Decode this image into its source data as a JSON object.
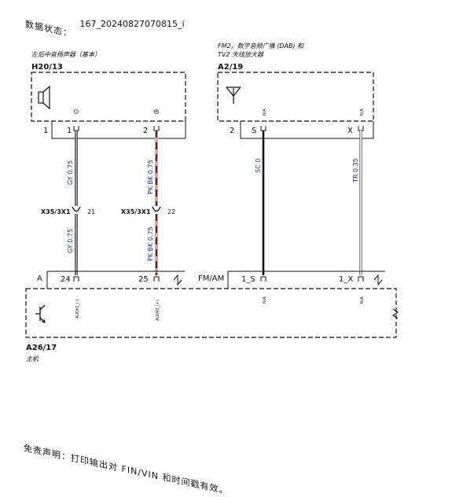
{
  "header": {
    "status_label": "数据状态：",
    "status_value": "167_20240827070815_i"
  },
  "components": {
    "speaker": {
      "id": "H20/13",
      "description": "左后中音扬声器（基本）",
      "icon": "speaker-icon",
      "pins": [
        {
          "number": "1",
          "sign": "-"
        },
        {
          "number": "2",
          "sign": "+"
        }
      ],
      "connector": "1"
    },
    "amplifier": {
      "id": "A2/19",
      "description_line1": "FM2，数字音频广播 (DAB) 和",
      "description_line2": "TV2 天线放大器",
      "icon": "antenna-icon",
      "pins": [
        {
          "number": "S",
          "label": "N/A"
        },
        {
          "number": "X",
          "label": "N/A"
        }
      ],
      "connector": "2"
    },
    "head_unit": {
      "id": "A26/17",
      "description": "主机",
      "icon": "transistor-icon",
      "connector_a": "A",
      "connector_fm": "FM/AM",
      "pins": [
        {
          "number": "24",
          "label": "AUDIO_(-)"
        },
        {
          "number": "25",
          "label": "AUDIO_(+)"
        },
        {
          "number": "1_S",
          "label": "N/A"
        },
        {
          "number": "1_X",
          "label": "N/A"
        }
      ]
    }
  },
  "wires": [
    {
      "spec_top": "GY  0.75",
      "spec_bottom": "GY  0.75",
      "color": "#9a9a9a"
    },
    {
      "spec_top": "PK BK 0.75",
      "spec_bottom": "PK BK 0.75",
      "color": "#e4a3a3"
    },
    {
      "spec": "SC  0",
      "color": "#111111"
    },
    {
      "spec": "TR  0.35",
      "color": "#bbbbbb"
    }
  ],
  "splices": [
    {
      "connector": "X35/3X1",
      "pin": "21"
    },
    {
      "connector": "X35/3X1",
      "pin": "22"
    }
  ],
  "footer": {
    "disclaimer": "免责声明：打印输出对 FIN/VIN 和时间戳有效。"
  }
}
